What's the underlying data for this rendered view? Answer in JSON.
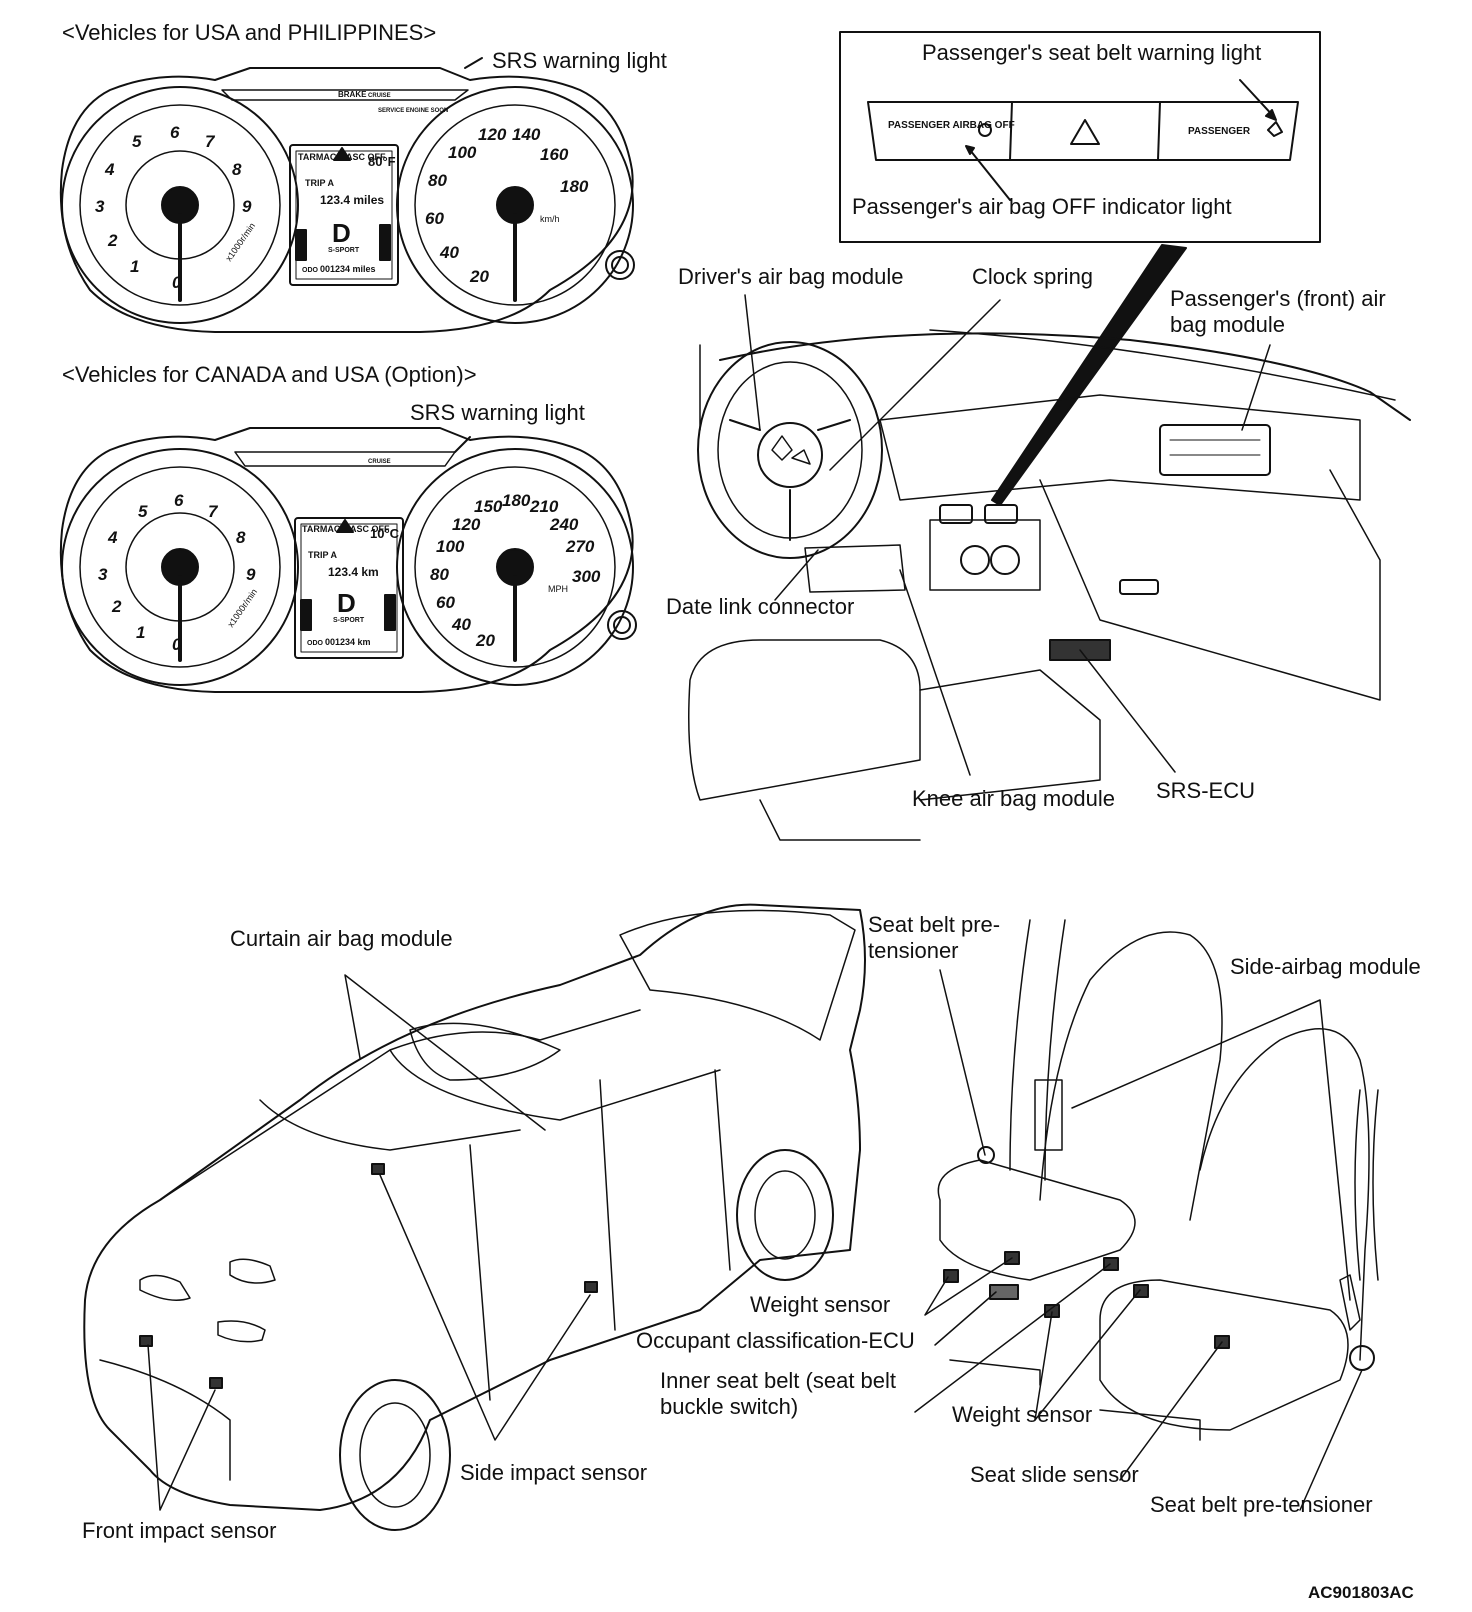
{
  "cluster_top": {
    "heading": "<Vehicles for USA and PHILIPPINES>",
    "srs_label": "SRS warning light",
    "display": {
      "badge": "TARMAC",
      "asc": "ASC OFF",
      "temp": "80°F",
      "trip": "TRIP A",
      "trip_value": "123.4 miles",
      "gear": "D",
      "mode": "S-SPORT",
      "odo": "ODO",
      "odo_value": "001234 miles",
      "brake": "BRAKE",
      "cruise": "CRUISE",
      "service": "SERVICE ENGINE SOON"
    },
    "tach_numbers": [
      "0",
      "1",
      "2",
      "3",
      "4",
      "5",
      "6",
      "7",
      "8",
      "9"
    ],
    "speed_numbers": [
      "20",
      "40",
      "60",
      "80",
      "100",
      "120",
      "140",
      "160",
      "180"
    ],
    "speed_unit": "km/h",
    "tach_unit": "x1000r/min"
  },
  "cluster_bottom": {
    "heading": "<Vehicles for CANADA and USA (Option)>",
    "srs_label": "SRS warning light",
    "display": {
      "badge": "TARMAC",
      "asc": "ASC OFF",
      "temp": "10°C",
      "trip": "TRIP A",
      "trip_value": "123.4 km",
      "gear": "D",
      "mode": "S-SPORT",
      "odo": "ODO",
      "odo_value": "001234 km",
      "cruise": "CRUISE"
    },
    "tach_numbers": [
      "0",
      "1",
      "2",
      "3",
      "4",
      "5",
      "6",
      "7",
      "8",
      "9"
    ],
    "speed_numbers": [
      "20",
      "40",
      "60",
      "80",
      "100",
      "120",
      "150",
      "180",
      "210",
      "240",
      "270",
      "300"
    ],
    "speed_unit": "MPH",
    "tach_unit": "x1000r/min"
  },
  "panel": {
    "seatbelt_label": "Passenger's seat belt warning light",
    "airbag_off_label": "Passenger's air bag OFF indicator light",
    "switch_left_text": "PASSENGER AIRBAG OFF",
    "switch_right_text": "PASSENGER"
  },
  "dash": {
    "driver_airbag": "Driver's air bag module",
    "clock_spring": "Clock spring",
    "passenger_airbag": "Passenger's (front) air bag module",
    "data_link": "Date link connector",
    "knee_airbag": "Knee air bag module",
    "srs_ecu": "SRS-ECU"
  },
  "car": {
    "curtain_airbag": "Curtain air bag module",
    "side_impact": "Side impact sensor",
    "front_impact": "Front impact sensor"
  },
  "seats": {
    "pretensioner_top": "Seat belt pre-tensioner",
    "side_airbag": "Side-airbag module",
    "weight_sensor_1": "Weight sensor",
    "occupant_ecu": "Occupant classification-ECU",
    "inner_belt": "Inner seat belt (seat belt buckle switch)",
    "weight_sensor_2": "Weight sensor",
    "seat_slide": "Seat slide sensor",
    "pretensioner_bottom": "Seat belt pre-tensioner"
  },
  "figure_code": "AC901803AC"
}
